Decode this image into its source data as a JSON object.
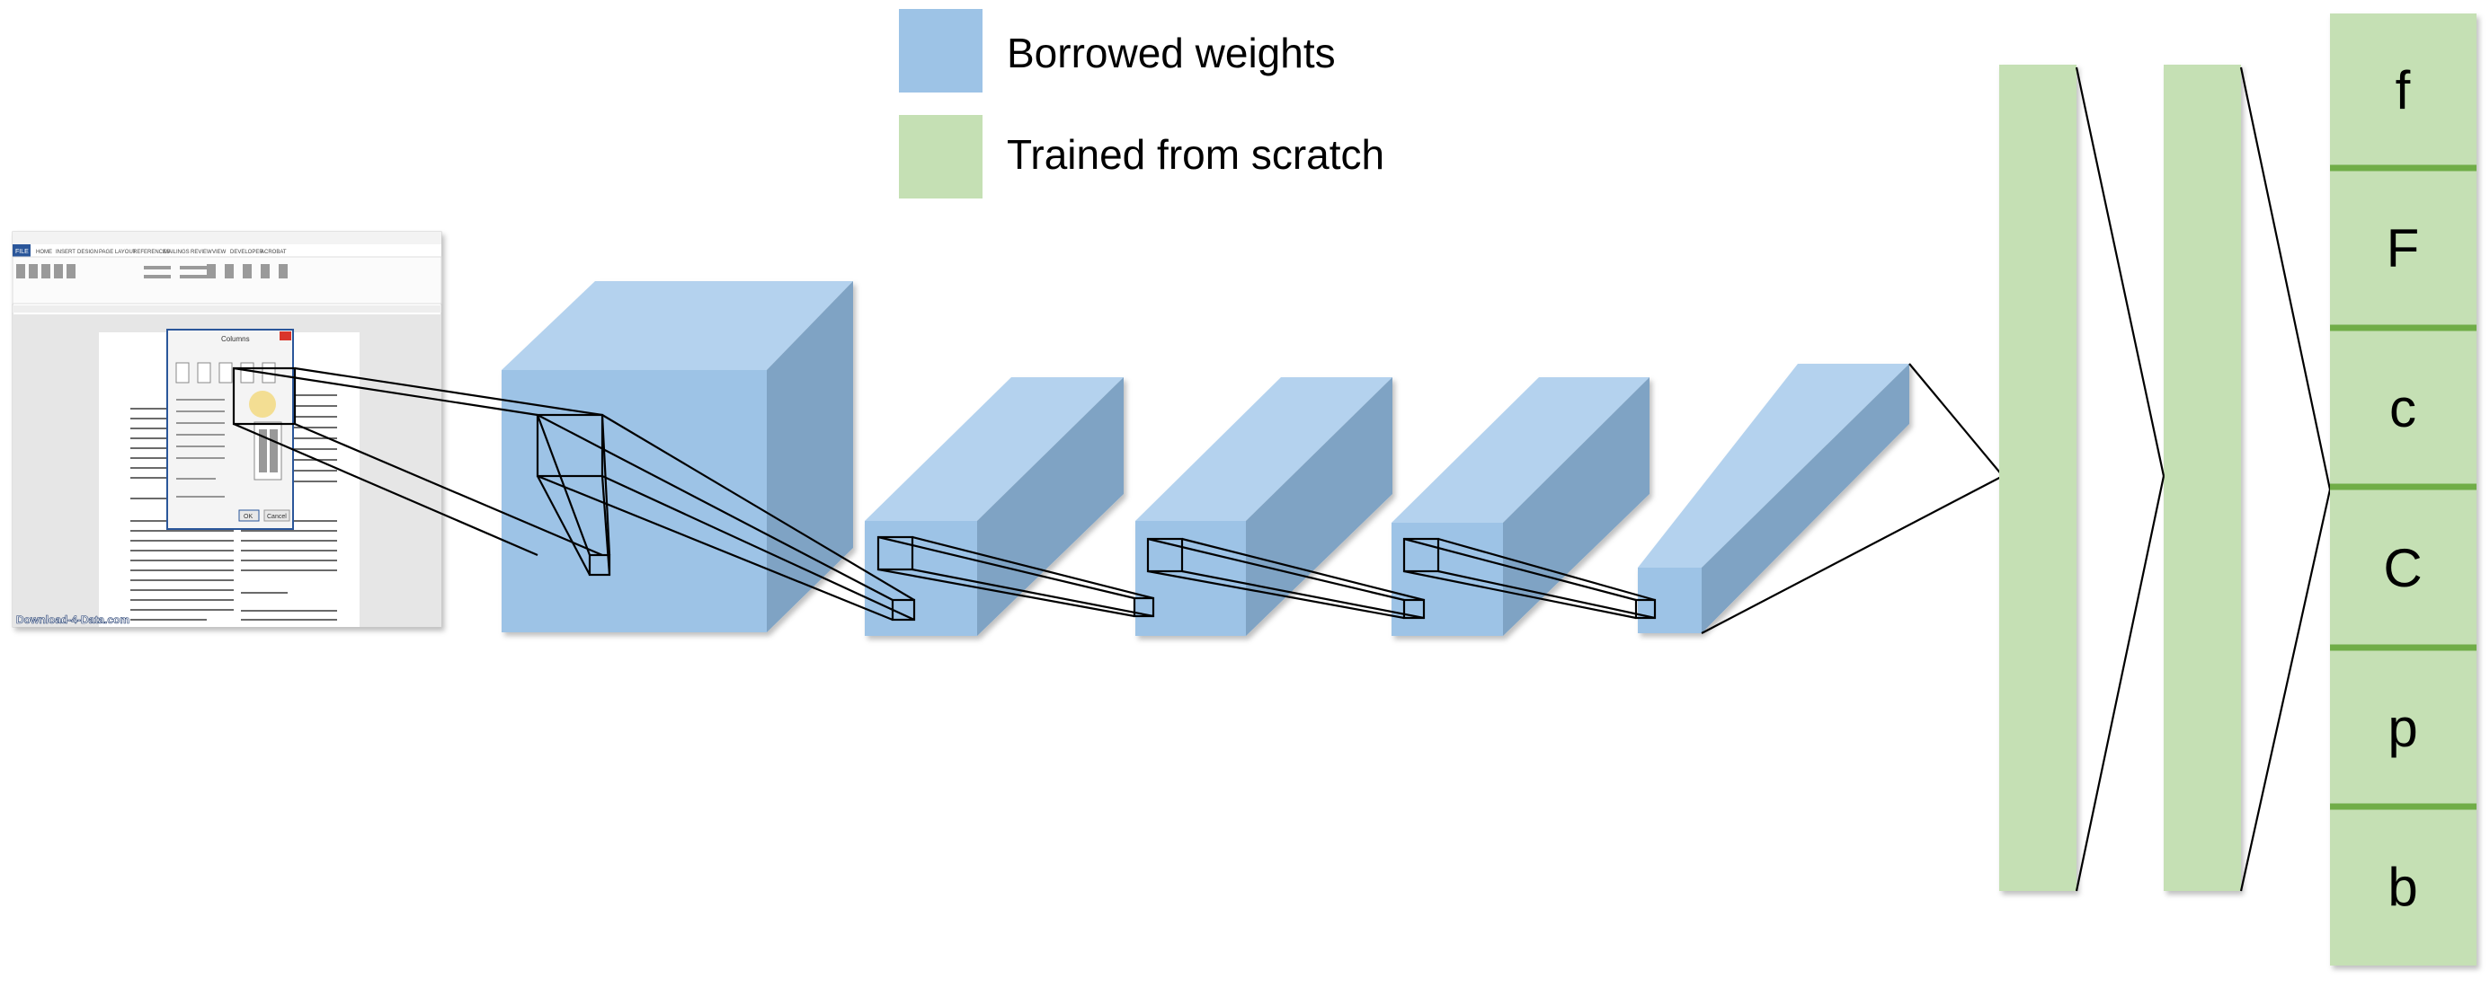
{
  "legend": {
    "items": [
      {
        "label": "Borrowed weights",
        "color": "#9dc3e6"
      },
      {
        "label": "Trained from scratch",
        "color": "#c5e0b4"
      }
    ]
  },
  "input_image": {
    "description_icon": "word-document-screenshot-icon",
    "ribbon_tabs": [
      "FILE",
      "HOME",
      "INSERT",
      "DESIGN",
      "PAGE LAYOUT",
      "REFERENCES",
      "MAILINGS",
      "REVIEW",
      "VIEW",
      "DEVELOPER",
      "ACROBAT"
    ],
    "dialog_title": "Columns",
    "dialog_ok": "OK",
    "dialog_cancel": "Cancel",
    "watermark": "Download-4-Data.com"
  },
  "output_classes": [
    "f",
    "F",
    "c",
    "C",
    "p",
    "b"
  ],
  "colors": {
    "blue_front": "#9dc3e6",
    "blue_top": "#b4d2ee",
    "blue_side": "#7fa3c4",
    "green": "#c5e0b4",
    "green_divider": "#70ad47",
    "line": "#000000"
  }
}
